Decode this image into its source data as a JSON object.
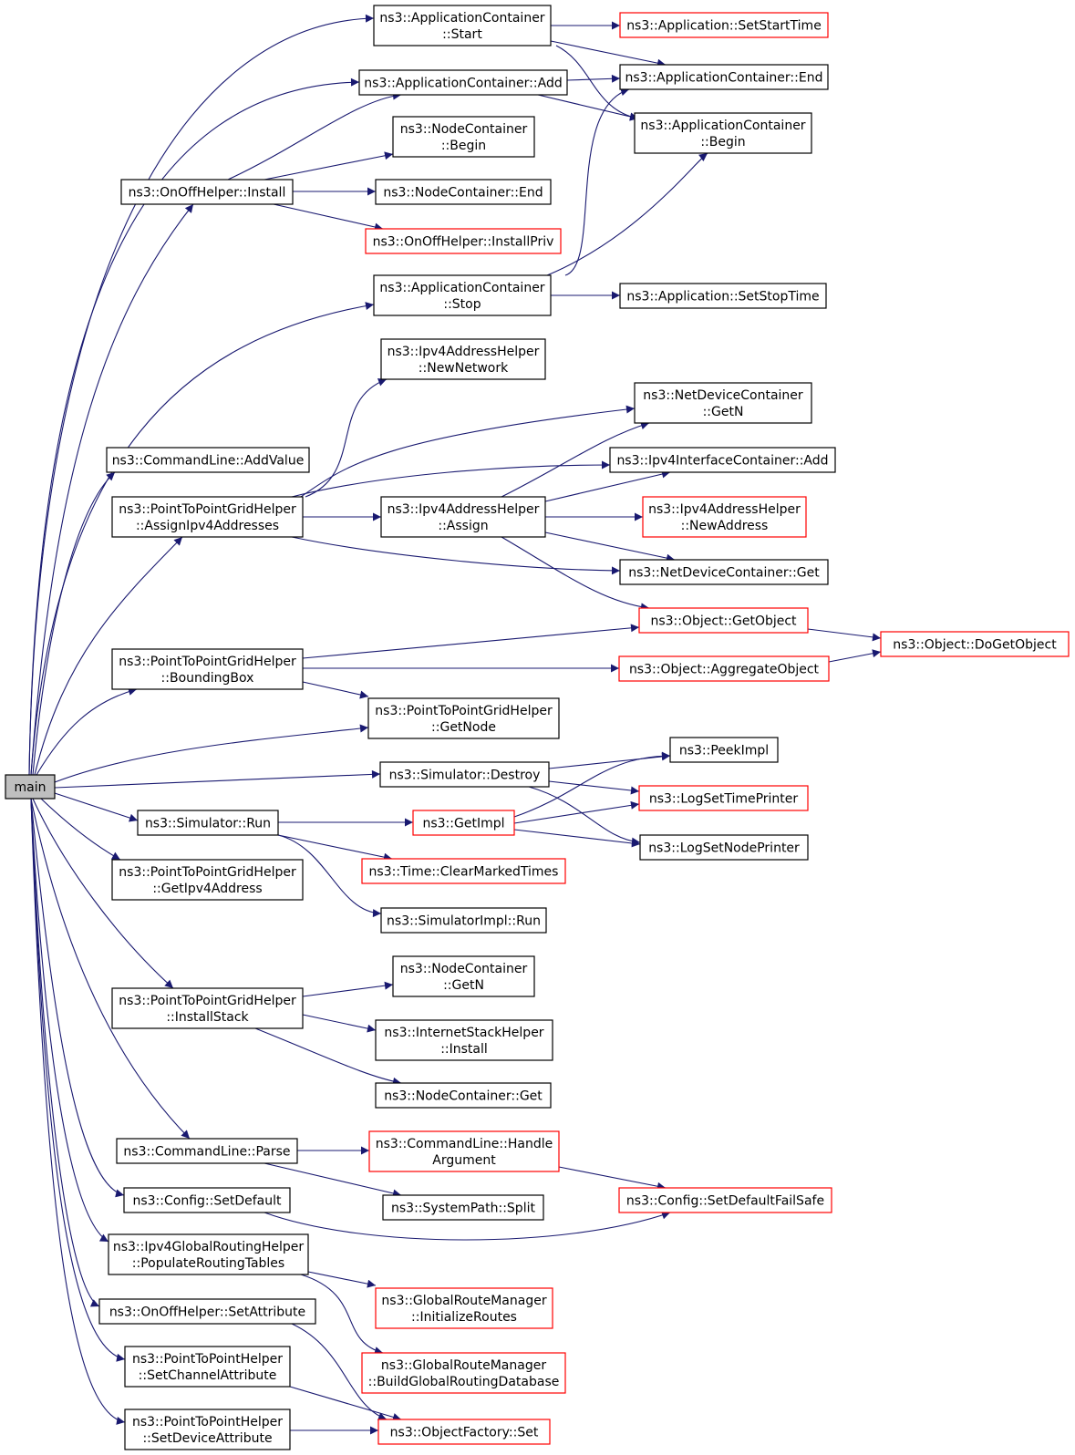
{
  "colors": {
    "edge": "#191970",
    "box_default": "#000000",
    "box_truncated": "#ff0000",
    "root_fill": "#bfbfbf",
    "background": "#ffffff"
  },
  "nodes": [
    {
      "id": "main",
      "lines": [
        "main"
      ],
      "style": "root"
    },
    {
      "id": "ac_start",
      "lines": [
        "ns3::ApplicationContainer",
        "::Start"
      ],
      "style": "default"
    },
    {
      "id": "app_setstart",
      "lines": [
        "ns3::Application::SetStartTime"
      ],
      "style": "truncated"
    },
    {
      "id": "ac_add",
      "lines": [
        "ns3::ApplicationContainer::Add"
      ],
      "style": "default"
    },
    {
      "id": "ac_end",
      "lines": [
        "ns3::ApplicationContainer::End"
      ],
      "style": "default"
    },
    {
      "id": "ac_begin",
      "lines": [
        "ns3::ApplicationContainer",
        "::Begin"
      ],
      "style": "default"
    },
    {
      "id": "nc_begin",
      "lines": [
        "ns3::NodeContainer",
        "::Begin"
      ],
      "style": "default"
    },
    {
      "id": "onoff_install",
      "lines": [
        "ns3::OnOffHelper::Install"
      ],
      "style": "default"
    },
    {
      "id": "nc_end",
      "lines": [
        "ns3::NodeContainer::End"
      ],
      "style": "default"
    },
    {
      "id": "onoff_installpriv",
      "lines": [
        "ns3::OnOffHelper::InstallPriv"
      ],
      "style": "truncated"
    },
    {
      "id": "ac_stop",
      "lines": [
        "ns3::ApplicationContainer",
        "::Stop"
      ],
      "style": "default"
    },
    {
      "id": "app_setstop",
      "lines": [
        "ns3::Application::SetStopTime"
      ],
      "style": "default"
    },
    {
      "id": "ipv4ah_newnet",
      "lines": [
        "ns3::Ipv4AddressHelper",
        "::NewNetwork"
      ],
      "style": "default"
    },
    {
      "id": "ndc_getn",
      "lines": [
        "ns3::NetDeviceContainer",
        "::GetN"
      ],
      "style": "default"
    },
    {
      "id": "cl_addvalue",
      "lines": [
        "ns3::CommandLine::AddValue"
      ],
      "style": "default"
    },
    {
      "id": "ipv4ic_add",
      "lines": [
        "ns3::Ipv4InterfaceContainer::Add"
      ],
      "style": "default"
    },
    {
      "id": "p2pgh_assign",
      "lines": [
        "ns3::PointToPointGridHelper",
        "::AssignIpv4Addresses"
      ],
      "style": "default"
    },
    {
      "id": "ipv4ah_assign",
      "lines": [
        "ns3::Ipv4AddressHelper",
        "::Assign"
      ],
      "style": "default"
    },
    {
      "id": "ipv4ah_newaddr",
      "lines": [
        "ns3::Ipv4AddressHelper",
        "::NewAddress"
      ],
      "style": "truncated"
    },
    {
      "id": "ndc_get",
      "lines": [
        "ns3::NetDeviceContainer::Get"
      ],
      "style": "default"
    },
    {
      "id": "obj_getobject",
      "lines": [
        "ns3::Object::GetObject"
      ],
      "style": "truncated"
    },
    {
      "id": "obj_dogetobject",
      "lines": [
        "ns3::Object::DoGetObject"
      ],
      "style": "truncated"
    },
    {
      "id": "p2pgh_bbox",
      "lines": [
        "ns3::PointToPointGridHelper",
        "::BoundingBox"
      ],
      "style": "default"
    },
    {
      "id": "obj_aggregate",
      "lines": [
        "ns3::Object::AggregateObject"
      ],
      "style": "truncated"
    },
    {
      "id": "p2pgh_getnode",
      "lines": [
        "ns3::PointToPointGridHelper",
        "::GetNode"
      ],
      "style": "default"
    },
    {
      "id": "peekimpl",
      "lines": [
        "ns3::PeekImpl"
      ],
      "style": "default"
    },
    {
      "id": "sim_destroy",
      "lines": [
        "ns3::Simulator::Destroy"
      ],
      "style": "default"
    },
    {
      "id": "logsettime",
      "lines": [
        "ns3::LogSetTimePrinter"
      ],
      "style": "truncated"
    },
    {
      "id": "sim_run",
      "lines": [
        "ns3::Simulator::Run"
      ],
      "style": "default"
    },
    {
      "id": "getimpl",
      "lines": [
        "ns3::GetImpl"
      ],
      "style": "truncated"
    },
    {
      "id": "logsetnode",
      "lines": [
        "ns3::LogSetNodePrinter"
      ],
      "style": "default"
    },
    {
      "id": "time_clear",
      "lines": [
        "ns3::Time::ClearMarkedTimes"
      ],
      "style": "truncated"
    },
    {
      "id": "p2pgh_getipv4",
      "lines": [
        "ns3::PointToPointGridHelper",
        "::GetIpv4Address"
      ],
      "style": "default"
    },
    {
      "id": "simimpl_run",
      "lines": [
        "ns3::SimulatorImpl::Run"
      ],
      "style": "default"
    },
    {
      "id": "nc_getn",
      "lines": [
        "ns3::NodeContainer",
        "::GetN"
      ],
      "style": "default"
    },
    {
      "id": "p2pgh_installstack",
      "lines": [
        "ns3::PointToPointGridHelper",
        "::InstallStack"
      ],
      "style": "default"
    },
    {
      "id": "ish_install",
      "lines": [
        "ns3::InternetStackHelper",
        "::Install"
      ],
      "style": "default"
    },
    {
      "id": "nc_get",
      "lines": [
        "ns3::NodeContainer::Get"
      ],
      "style": "default"
    },
    {
      "id": "cl_handle",
      "lines": [
        "ns3::CommandLine::Handle",
        "Argument"
      ],
      "style": "truncated"
    },
    {
      "id": "cl_parse",
      "lines": [
        "ns3::CommandLine::Parse"
      ],
      "style": "default"
    },
    {
      "id": "cfg_setdefault",
      "lines": [
        "ns3::Config::SetDefault"
      ],
      "style": "default"
    },
    {
      "id": "sp_split",
      "lines": [
        "ns3::SystemPath::Split"
      ],
      "style": "default"
    },
    {
      "id": "cfg_setdefaultfs",
      "lines": [
        "ns3::Config::SetDefaultFailSafe"
      ],
      "style": "truncated"
    },
    {
      "id": "ipv4grh_populate",
      "lines": [
        "ns3::Ipv4GlobalRoutingHelper",
        "::PopulateRoutingTables"
      ],
      "style": "default"
    },
    {
      "id": "grm_init",
      "lines": [
        "ns3::GlobalRouteManager",
        "::InitializeRoutes"
      ],
      "style": "truncated"
    },
    {
      "id": "onoff_setattr",
      "lines": [
        "ns3::OnOffHelper::SetAttribute"
      ],
      "style": "default"
    },
    {
      "id": "grm_build",
      "lines": [
        "ns3::GlobalRouteManager",
        "::BuildGlobalRoutingDatabase"
      ],
      "style": "truncated"
    },
    {
      "id": "p2ph_setchan",
      "lines": [
        "ns3::PointToPointHelper",
        "::SetChannelAttribute"
      ],
      "style": "default"
    },
    {
      "id": "p2ph_setdev",
      "lines": [
        "ns3::PointToPointHelper",
        "::SetDeviceAttribute"
      ],
      "style": "default"
    },
    {
      "id": "objfactory_set",
      "lines": [
        "ns3::ObjectFactory::Set"
      ],
      "style": "truncated"
    }
  ],
  "edges": [
    [
      "main",
      "ac_start"
    ],
    [
      "main",
      "ac_add"
    ],
    [
      "main",
      "onoff_install"
    ],
    [
      "main",
      "ac_stop"
    ],
    [
      "main",
      "cl_addvalue"
    ],
    [
      "main",
      "p2pgh_assign"
    ],
    [
      "main",
      "p2pgh_bbox"
    ],
    [
      "main",
      "p2pgh_getnode"
    ],
    [
      "main",
      "sim_destroy"
    ],
    [
      "main",
      "sim_run"
    ],
    [
      "main",
      "p2pgh_getipv4"
    ],
    [
      "main",
      "p2pgh_installstack"
    ],
    [
      "main",
      "cl_parse"
    ],
    [
      "main",
      "cfg_setdefault"
    ],
    [
      "main",
      "ipv4grh_populate"
    ],
    [
      "main",
      "onoff_setattr"
    ],
    [
      "main",
      "p2ph_setchan"
    ],
    [
      "main",
      "p2ph_setdev"
    ],
    [
      "ac_start",
      "app_setstart"
    ],
    [
      "ac_start",
      "ac_end"
    ],
    [
      "ac_start",
      "ac_begin"
    ],
    [
      "ac_add",
      "ac_end"
    ],
    [
      "ac_add",
      "ac_begin"
    ],
    [
      "onoff_install",
      "ac_add"
    ],
    [
      "onoff_install",
      "nc_begin"
    ],
    [
      "onoff_install",
      "nc_end"
    ],
    [
      "onoff_install",
      "onoff_installpriv"
    ],
    [
      "ac_stop",
      "ac_end"
    ],
    [
      "ac_stop",
      "ac_begin"
    ],
    [
      "ac_stop",
      "app_setstop"
    ],
    [
      "p2pgh_assign",
      "ipv4ah_newnet"
    ],
    [
      "p2pgh_assign",
      "ndc_getn"
    ],
    [
      "p2pgh_assign",
      "ipv4ic_add"
    ],
    [
      "p2pgh_assign",
      "ipv4ah_assign"
    ],
    [
      "p2pgh_assign",
      "ndc_get"
    ],
    [
      "ipv4ah_assign",
      "ndc_getn"
    ],
    [
      "ipv4ah_assign",
      "ipv4ic_add"
    ],
    [
      "ipv4ah_assign",
      "ipv4ah_newaddr"
    ],
    [
      "ipv4ah_assign",
      "ndc_get"
    ],
    [
      "ipv4ah_assign",
      "obj_getobject"
    ],
    [
      "obj_getobject",
      "obj_dogetobject"
    ],
    [
      "obj_aggregate",
      "obj_dogetobject"
    ],
    [
      "p2pgh_bbox",
      "obj_getobject"
    ],
    [
      "p2pgh_bbox",
      "obj_aggregate"
    ],
    [
      "p2pgh_bbox",
      "p2pgh_getnode"
    ],
    [
      "sim_destroy",
      "peekimpl"
    ],
    [
      "sim_destroy",
      "logsettime"
    ],
    [
      "sim_destroy",
      "logsetnode"
    ],
    [
      "getimpl",
      "peekimpl"
    ],
    [
      "getimpl",
      "logsettime"
    ],
    [
      "getimpl",
      "logsetnode"
    ],
    [
      "sim_run",
      "getimpl"
    ],
    [
      "sim_run",
      "time_clear"
    ],
    [
      "sim_run",
      "simimpl_run"
    ],
    [
      "p2pgh_installstack",
      "nc_getn"
    ],
    [
      "p2pgh_installstack",
      "ish_install"
    ],
    [
      "p2pgh_installstack",
      "nc_get"
    ],
    [
      "cl_parse",
      "cl_handle"
    ],
    [
      "cl_parse",
      "sp_split"
    ],
    [
      "cl_handle",
      "cfg_setdefaultfs"
    ],
    [
      "cfg_setdefault",
      "cfg_setdefaultfs"
    ],
    [
      "ipv4grh_populate",
      "grm_init"
    ],
    [
      "ipv4grh_populate",
      "grm_build"
    ],
    [
      "onoff_setattr",
      "objfactory_set"
    ],
    [
      "p2ph_setchan",
      "objfactory_set"
    ],
    [
      "p2ph_setdev",
      "objfactory_set"
    ]
  ]
}
